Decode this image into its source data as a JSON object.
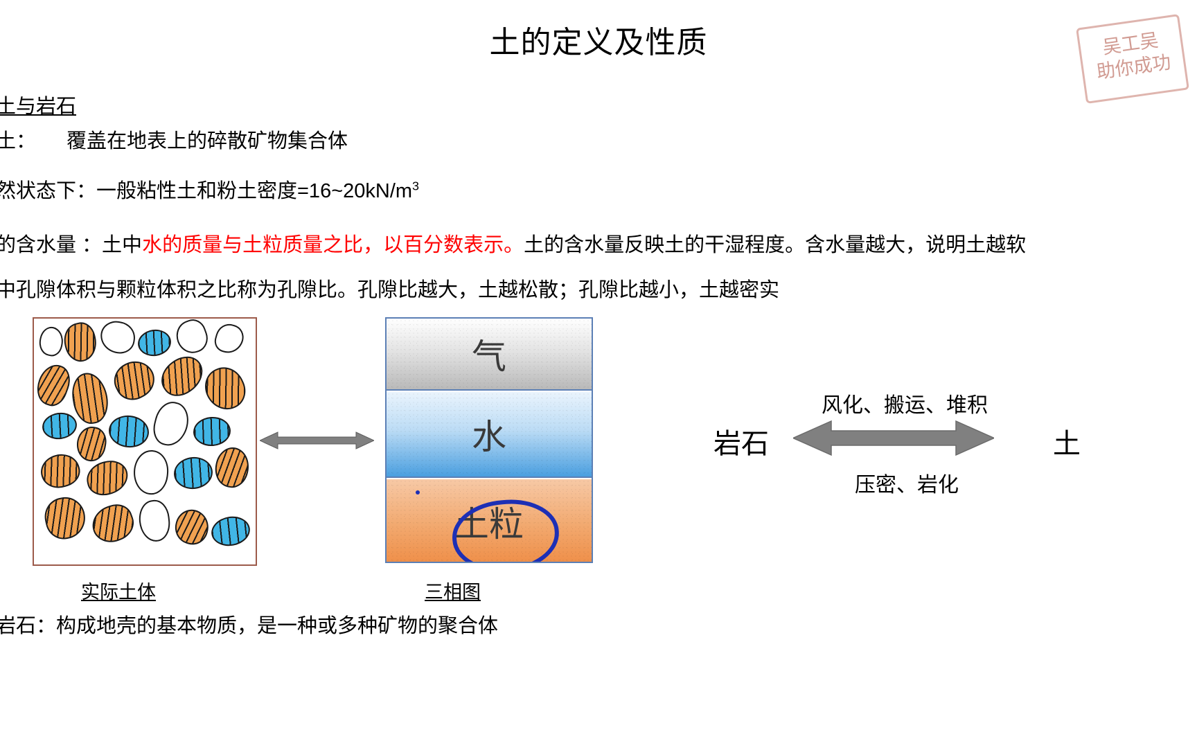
{
  "slide": {
    "title": "土的定义及性质",
    "stamp_lines": [
      "吴工吴",
      "助你成功"
    ],
    "heading": "土与岩石",
    "def_label": "土：",
    "def_text": "覆盖在地表上的碎散矿物集合体",
    "line_density": "然状态下：一般粘性土和粉土密度=16~20kN/m",
    "line_density_sup": "3",
    "water_line": {
      "lead": "的含水量    ：土中",
      "red1": "水的质量与土粒质量之比，",
      "red2": "以百分数表示。",
      "tail": "土的含水量反映土的干湿程度。含水量越大，说明土越软"
    },
    "void_line": "中孔隙体积与颗粒体积之比称为孔隙比。孔隙比越大，土越松散；孔隙比越小，土越密实",
    "rock_line": "岩石：构成地壳的基本物质，是一种或多种矿物的聚合体",
    "captions": {
      "left": "实际土体",
      "right": "三相图"
    },
    "three_phase": {
      "air": "气",
      "water": "水",
      "solid": "土粒"
    },
    "cycle": {
      "left_label": "岩石",
      "right_label": "土",
      "top_label": "风化、搬运、堆积",
      "bottom_label": "压密、岩化"
    },
    "colors": {
      "red_text": "#ff0000",
      "soil_border": "#9c5a4a",
      "tri_border": "#5b7fb5",
      "grain_orange": "#f0a150",
      "grain_blue": "#41b6e6",
      "ink_blue": "#1d2fb5",
      "arrow_gray": "#808080",
      "stamp": "#c98a80"
    }
  }
}
